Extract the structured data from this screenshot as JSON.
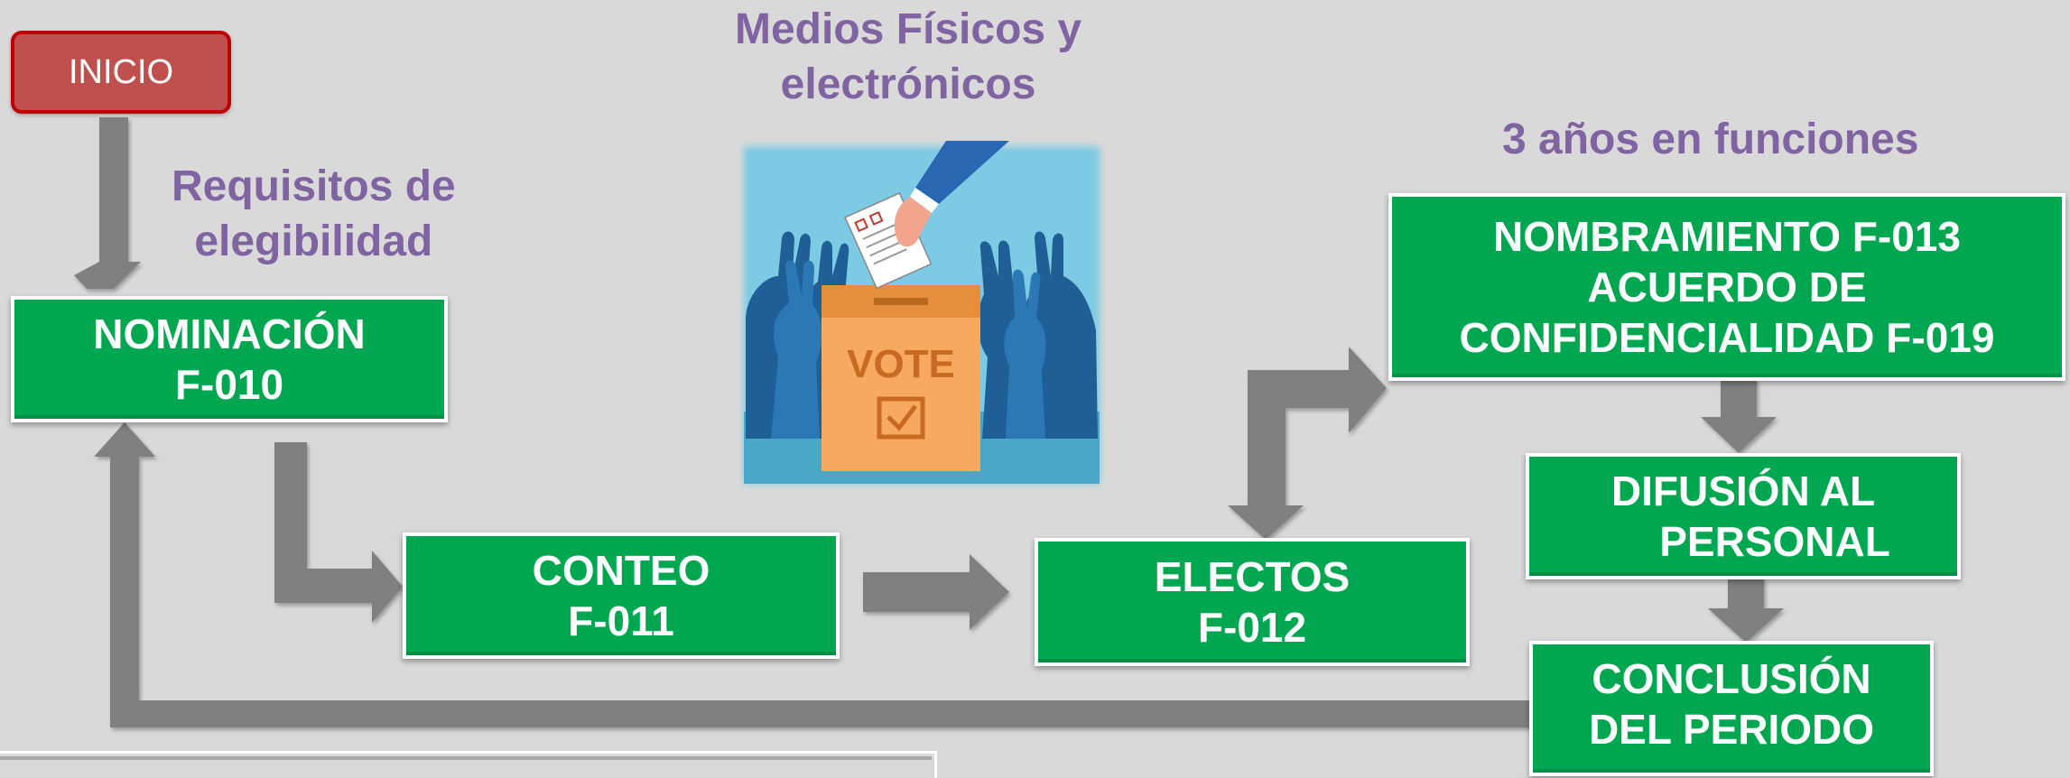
{
  "start": {
    "label": "INICIO"
  },
  "labels": {
    "requirements": [
      "Requisitos de",
      "elegibilidad"
    ],
    "media": [
      "Medios Físicos y",
      "electrónicos"
    ],
    "term": "3 años en funciones"
  },
  "steps": {
    "nomination": [
      "NOMINACIÓN",
      "F-010"
    ],
    "count": [
      "CONTEO",
      "F-011"
    ],
    "elected": [
      "ELECTOS",
      "F-012"
    ],
    "appointment": [
      "NOMBRAMIENTO  F-013",
      "ACUERDO DE",
      "CONFIDENCIALIDAD F-019"
    ],
    "diffusion": [
      "DIFUSIÓN AL",
      "PERSONAL"
    ],
    "conclusion": [
      "CONCLUSIÓN",
      "DEL PERIODO"
    ]
  },
  "illustration": {
    "box_text": "VOTE"
  },
  "colors": {
    "background": "#d9d9d9",
    "step_fill": "#00a650",
    "start_fill": "#c0504d",
    "label_text": "#8064a2",
    "arrow": "#808080"
  }
}
